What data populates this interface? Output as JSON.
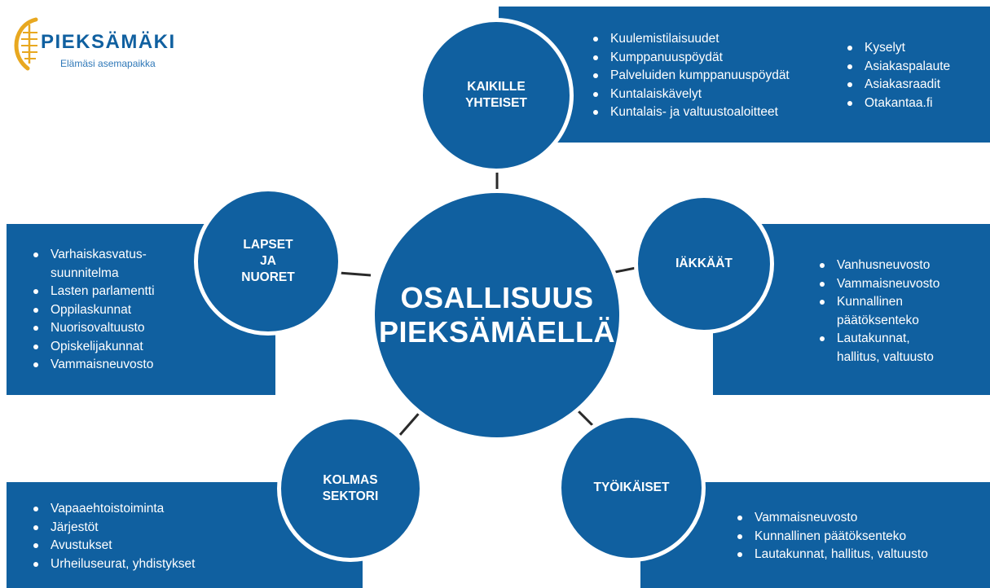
{
  "colors": {
    "primary_blue": "#1060a0",
    "logo_gold": "#e8a820",
    "background": "#ffffff"
  },
  "logo": {
    "name": "PIEKSÄMÄKI",
    "tagline": "Elämäsi asemapaikka"
  },
  "center": {
    "line1": "OSALLISUUS",
    "line2": "PIEKSÄMÄELLÄ"
  },
  "groups": {
    "kaikille": {
      "title_line1": "KAIKILLE",
      "title_line2": "YHTEISET",
      "items_col1": [
        "Kuulemistilaisuudet",
        "Kumppanuuspöydät",
        "Palveluiden kumppanuuspöydät",
        "Kuntalaiskävelyt",
        "Kuntalais- ja valtuustoaloitteet"
      ],
      "items_col2": [
        "Kyselyt",
        "Asiakaspalaute",
        "Asiakasraadit",
        "Otakantaa.fi"
      ]
    },
    "lapset": {
      "title_line1": "LAPSET",
      "title_line2": "JA",
      "title_line3": "NUORET",
      "items": [
        "Varhaiskasvatus-\nsuunnitelma",
        "Lasten parlamentti",
        "Oppilaskunnat",
        "Nuorisovaltuusto",
        "Opiskelijakunnat",
        "Vammaisneuvosto"
      ]
    },
    "iakkaat": {
      "title_line1": "IÄKKÄÄT",
      "items": [
        "Vanhusneuvosto",
        "Vammaisneuvosto",
        "Kunnallinen\npäätöksenteko",
        "Lautakunnat,\nhallitus, valtuusto"
      ]
    },
    "kolmas": {
      "title_line1": "KOLMAS",
      "title_line2": "SEKTORI",
      "items": [
        "Vapaaehtoistoiminta",
        "Järjestöt",
        "Avustukset",
        "Urheiluseurat, yhdistykset"
      ]
    },
    "tyoikaiset": {
      "title_line1": "TYÖIKÄISET",
      "items": [
        "Vammaisneuvosto",
        "Kunnallinen päätöksenteko",
        "Lautakunnat, hallitus, valtuusto"
      ]
    }
  }
}
